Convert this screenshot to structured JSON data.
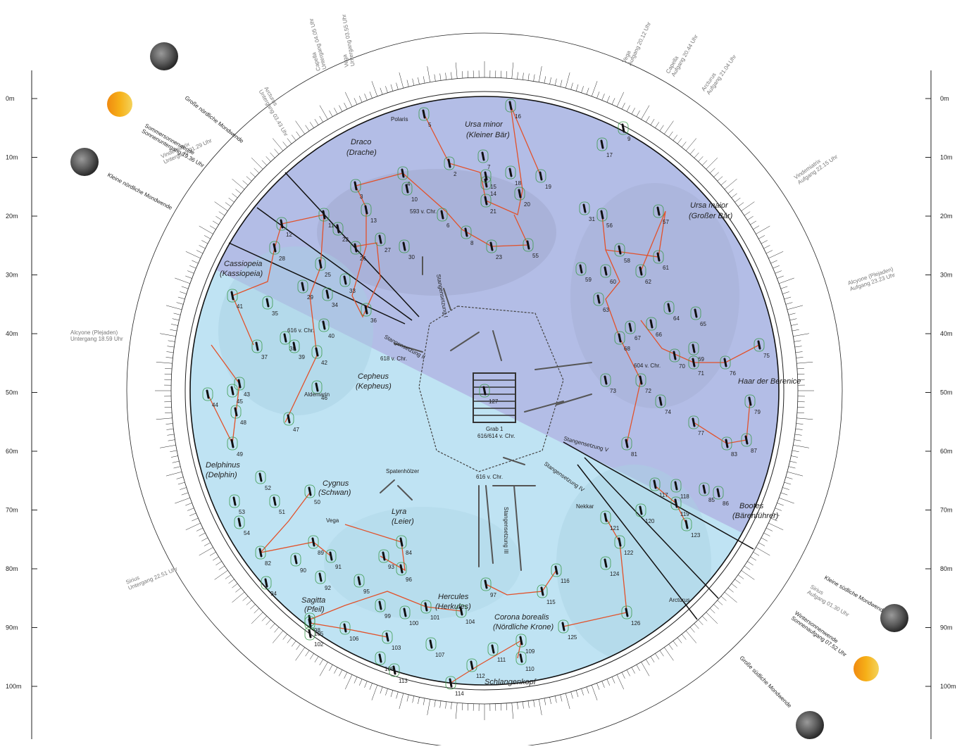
{
  "scale": {
    "labels": [
      "0m",
      "10m",
      "20m",
      "30m",
      "40m",
      "50m",
      "60m",
      "70m",
      "80m",
      "90m",
      "100m"
    ]
  },
  "constellations": [
    {
      "id": "ursa-minor",
      "label": "Ursa minor",
      "sub": "(Kleiner Bär)"
    },
    {
      "id": "draco",
      "label": "Draco",
      "sub": "(Drache)"
    },
    {
      "id": "ursa-maior",
      "label": "Ursa maior",
      "sub": "(Großer Bär)"
    },
    {
      "id": "cassiopeia",
      "label": "Cassiopeia",
      "sub": "(Kassiopeia)"
    },
    {
      "id": "cepheus",
      "label": "Cepheus",
      "sub": "(Kepheus)"
    },
    {
      "id": "haar",
      "label": "Haar der Berenice",
      "sub": ""
    },
    {
      "id": "delphinus",
      "label": "Delphinus",
      "sub": "(Delphin)"
    },
    {
      "id": "cygnus",
      "label": "Cygnus",
      "sub": "(Schwan)"
    },
    {
      "id": "lyra",
      "label": "Lyra",
      "sub": "(Leier)"
    },
    {
      "id": "hercules",
      "label": "Hercules",
      "sub": "(Herkules)"
    },
    {
      "id": "corona",
      "label": "Corona borealis",
      "sub": "(Nördliche Krone)"
    },
    {
      "id": "bootes",
      "label": "Bootes",
      "sub": "(Bärenführer)"
    },
    {
      "id": "sagitta",
      "label": "Sagitta",
      "sub": "(Pfeil)"
    },
    {
      "id": "schlangenkopf",
      "label": "Schlangenkopf",
      "sub": ""
    }
  ],
  "stars_named": {
    "polaris": "Polaris",
    "aldemarin": "Aldemarin",
    "vega": "Vega",
    "nekkar": "Nekkar",
    "arcturus": "Arcturus"
  },
  "center": {
    "grave": "Grab 1",
    "grave_date": "616/614 v. Chr.",
    "spaten": "Spatenhölzer"
  },
  "dates": {
    "d593": "593 v. Chr.",
    "d618": "618 v. Chr.",
    "d616a": "616 v. Chr.",
    "d604": "604 v. Chr.",
    "d616b": "616 v. Chr."
  },
  "stangen": {
    "s1": "Stangensetzung I",
    "s2": "Stangensetzung II",
    "s3": "Stangensetzung III",
    "s4": "Stangensetzung IV",
    "s5": "Stangensetzung V"
  },
  "events": {
    "vega_auf": "Vega\nAufgang 20.12 Uhr",
    "capella_auf": "Capella\nAufgang 20.44 Uhr",
    "arcturus_auf": "Arcturus\nAufgang 21.04 Uhr",
    "vindemiatrix_auf": "Vindemiatrix\nAufgang 22.15 Uhr",
    "alcyone_auf": "Alcyone (Plejaden)\nAufgang 23.23 Uhr",
    "vega_unt": "Vega\nUntergang 03.55 Uhr",
    "capella_unt": "Capella\nUntergang 04.05 Uhr",
    "arcturus_unt": "Arcturus\nUntergang 03.43 Uhr",
    "vindemiatrix_unt": "Vindemiatrix\nUntergang 01.29 Uhr",
    "alcyone_unt": "Alcyone (Plejaden)\nUntergang 18.59 Uhr",
    "sirius_unt": "Sirius\nUntergang 22.51 Uhr",
    "sirius_auf": "Sirius\nAufgang 01.30 Uhr",
    "gross_nord": "Große nördliche Mondwende",
    "klein_nord": "Kleine nördliche Mondwende",
    "sommer": "Sommersonnenwende\nSonnenuntergang 19.36 Uhr",
    "winter": "Wintersonnenwende\nSonnenaufgang 07.52 Uhr",
    "klein_sued": "Kleine südliche Mondwende",
    "gross_sued": "Große südliche Mondwende"
  },
  "star_numbers": [
    "2",
    "3",
    "4",
    "5",
    "6",
    "7",
    "8",
    "9",
    "10",
    "11",
    "12",
    "13",
    "14",
    "15",
    "16",
    "17",
    "18",
    "19",
    "20",
    "21",
    "22",
    "23",
    "25",
    "26",
    "27",
    "28",
    "29",
    "30",
    "31",
    "33",
    "34",
    "35",
    "36",
    "37",
    "38",
    "39",
    "40",
    "41",
    "42",
    "43",
    "44",
    "45",
    "46",
    "47",
    "48",
    "49",
    "50",
    "51",
    "52",
    "53",
    "54",
    "55",
    "56",
    "57",
    "58",
    "59",
    "60",
    "61",
    "62",
    "63",
    "64",
    "65",
    "66",
    "67",
    "68",
    "69",
    "70",
    "71",
    "72",
    "73",
    "74",
    "75",
    "76",
    "77",
    "79",
    "81",
    "82",
    "83",
    "84",
    "85",
    "86",
    "87",
    "89",
    "90",
    "91",
    "92",
    "93",
    "94",
    "95",
    "96",
    "97",
    "98",
    "99",
    "100",
    "101",
    "102",
    "103",
    "104",
    "105",
    "106",
    "107",
    "108",
    "109",
    "110",
    "111",
    "112",
    "113",
    "114",
    "115",
    "116",
    "117",
    "118",
    "119",
    "120",
    "121",
    "122",
    "123",
    "124",
    "125",
    "126",
    "127"
  ],
  "colors": {
    "north_sky": "#b3bde6",
    "south_sky": "#bfe3f3",
    "line": "#e2512a",
    "box": "#3b9a4b",
    "sun": "#f2a31b"
  },
  "icons": [
    "moon-icon",
    "sun-icon"
  ]
}
